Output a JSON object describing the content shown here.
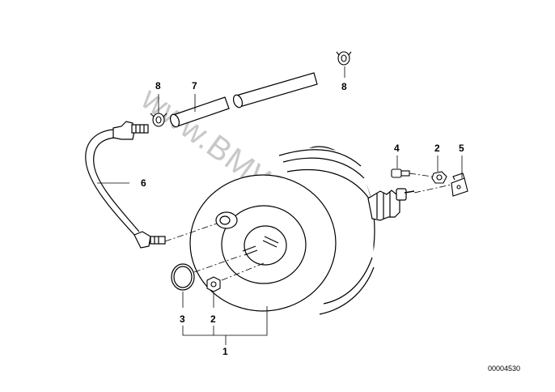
{
  "diagram": {
    "watermark": "www.BMWstore.pl",
    "reference_number": "00004530",
    "callouts": {
      "brake_booster": "1",
      "nut_front": "2",
      "nut_bracket": "2",
      "sealing_ring": "3",
      "screw": "4",
      "bracket": "5",
      "vacuum_hose": "6",
      "hose_pipe": "7",
      "clamp_left": "8",
      "clamp_right": "8"
    }
  }
}
